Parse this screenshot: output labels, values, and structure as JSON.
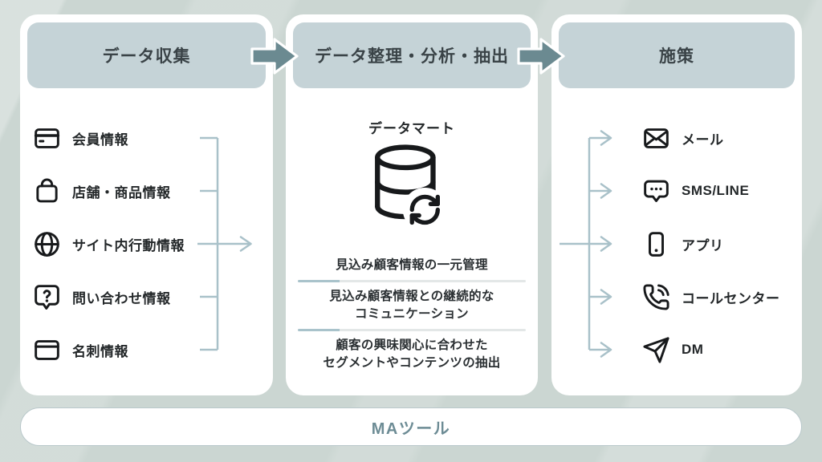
{
  "columns": [
    {
      "header": "データ収集",
      "items": [
        {
          "icon": "credit-card",
          "label": "会員情報"
        },
        {
          "icon": "shopping-bag",
          "label": "店舗・商品情報"
        },
        {
          "icon": "globe",
          "label": "サイト内行動情報"
        },
        {
          "icon": "question-bubble",
          "label": "問い合わせ情報"
        },
        {
          "icon": "business-card",
          "label": "名刺情報"
        }
      ]
    },
    {
      "header": "データ整理・分析・抽出",
      "subtitle": "データマート",
      "icon": "database-sync",
      "points": [
        "見込み顧客情報の一元管理",
        "見込み顧客情報との継続的な\nコミュニケーション",
        "顧客の興味関心に合わせた\nセグメントやコンテンツの抽出"
      ]
    },
    {
      "header": "施策",
      "items": [
        {
          "icon": "mail",
          "label": "メール"
        },
        {
          "icon": "sms-bubble",
          "label": "SMS/LINE"
        },
        {
          "icon": "smartphone",
          "label": "アプリ"
        },
        {
          "icon": "phone-call",
          "label": "コールセンター"
        },
        {
          "icon": "paper-plane",
          "label": "DM"
        }
      ]
    }
  ],
  "footer": {
    "label": "MAツール"
  },
  "colors": {
    "background": "#cbd6d2",
    "card": "#ffffff",
    "header_bg": "#c5d3d7",
    "header_text": "#3a4347",
    "body_text": "#24282a",
    "block_arrow": "#6b8a91",
    "connector_line": "#a9c1c9",
    "divider_accent": "#a9c3cb",
    "divider_gray": "#e3e7e7",
    "footer_text": "#6d8c95"
  }
}
